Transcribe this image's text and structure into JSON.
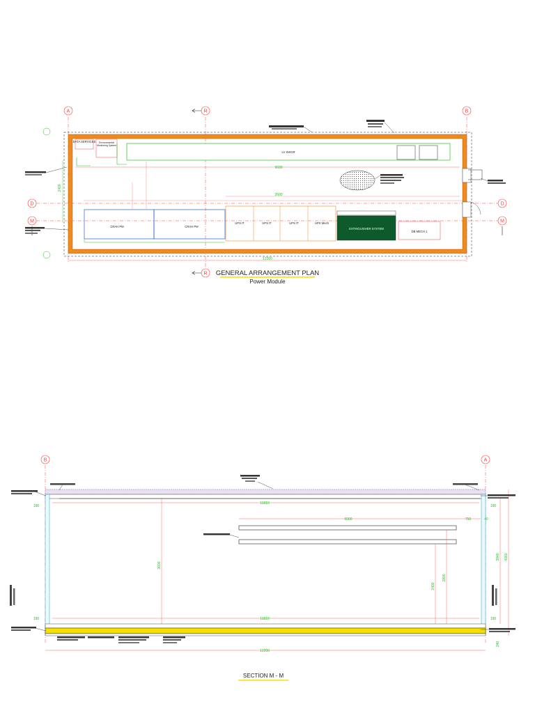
{
  "plan": {
    "title": "GENERAL ARRANGEMENT PLAN",
    "subtitle": "Power Module",
    "grid": {
      "a": "A",
      "b": "B",
      "r": "R",
      "d": "D",
      "m": "M"
    },
    "rooms": {
      "data_services": "DATA SERVICES",
      "env_monitoring": "Environmental Monitoring System",
      "lv_swgr": "LV SWGR",
      "cral_pm_1": "CRAH PM",
      "cral_pm_2": "CRAH PM",
      "ups_it_1": "UPS IT",
      "ups_it_2": "UPS IT",
      "ups_it_3": "UPS IT",
      "ups_mech": "UPS Mech",
      "extinguisher": "EXTINGUISHER SYSTEM",
      "db_mech": "DB MECH 1"
    },
    "dims": {
      "overall_length": "12200",
      "room_width": "2400",
      "lv_length": "9600",
      "ups_length": "2600"
    }
  },
  "section": {
    "title": "SECTION M - M",
    "grid": {
      "b": "B",
      "a": "A"
    },
    "dims": {
      "inner_top": "11810",
      "inner_bottom": "11810",
      "overall": "12200",
      "left_top": "190",
      "left_bottom": "190",
      "right_top": "190",
      "right_bottom": "190",
      "shelf_length": "6000",
      "shelf_gap": "750",
      "shelf_right": "40",
      "height_3600": "3600",
      "height_2400": "2400",
      "height_2800": "2800",
      "height_3840": "3840",
      "height_4060": "4060",
      "base_240": "240"
    }
  },
  "colors": {
    "wall": "#f08a1e",
    "dimension": "#22c022",
    "grid_line": "#ff3a3a",
    "ups_zone": "#f08a1e",
    "cral_zone": "#2060d0",
    "extinguisher": "#0e5a2a",
    "floor": "#f4e000"
  }
}
